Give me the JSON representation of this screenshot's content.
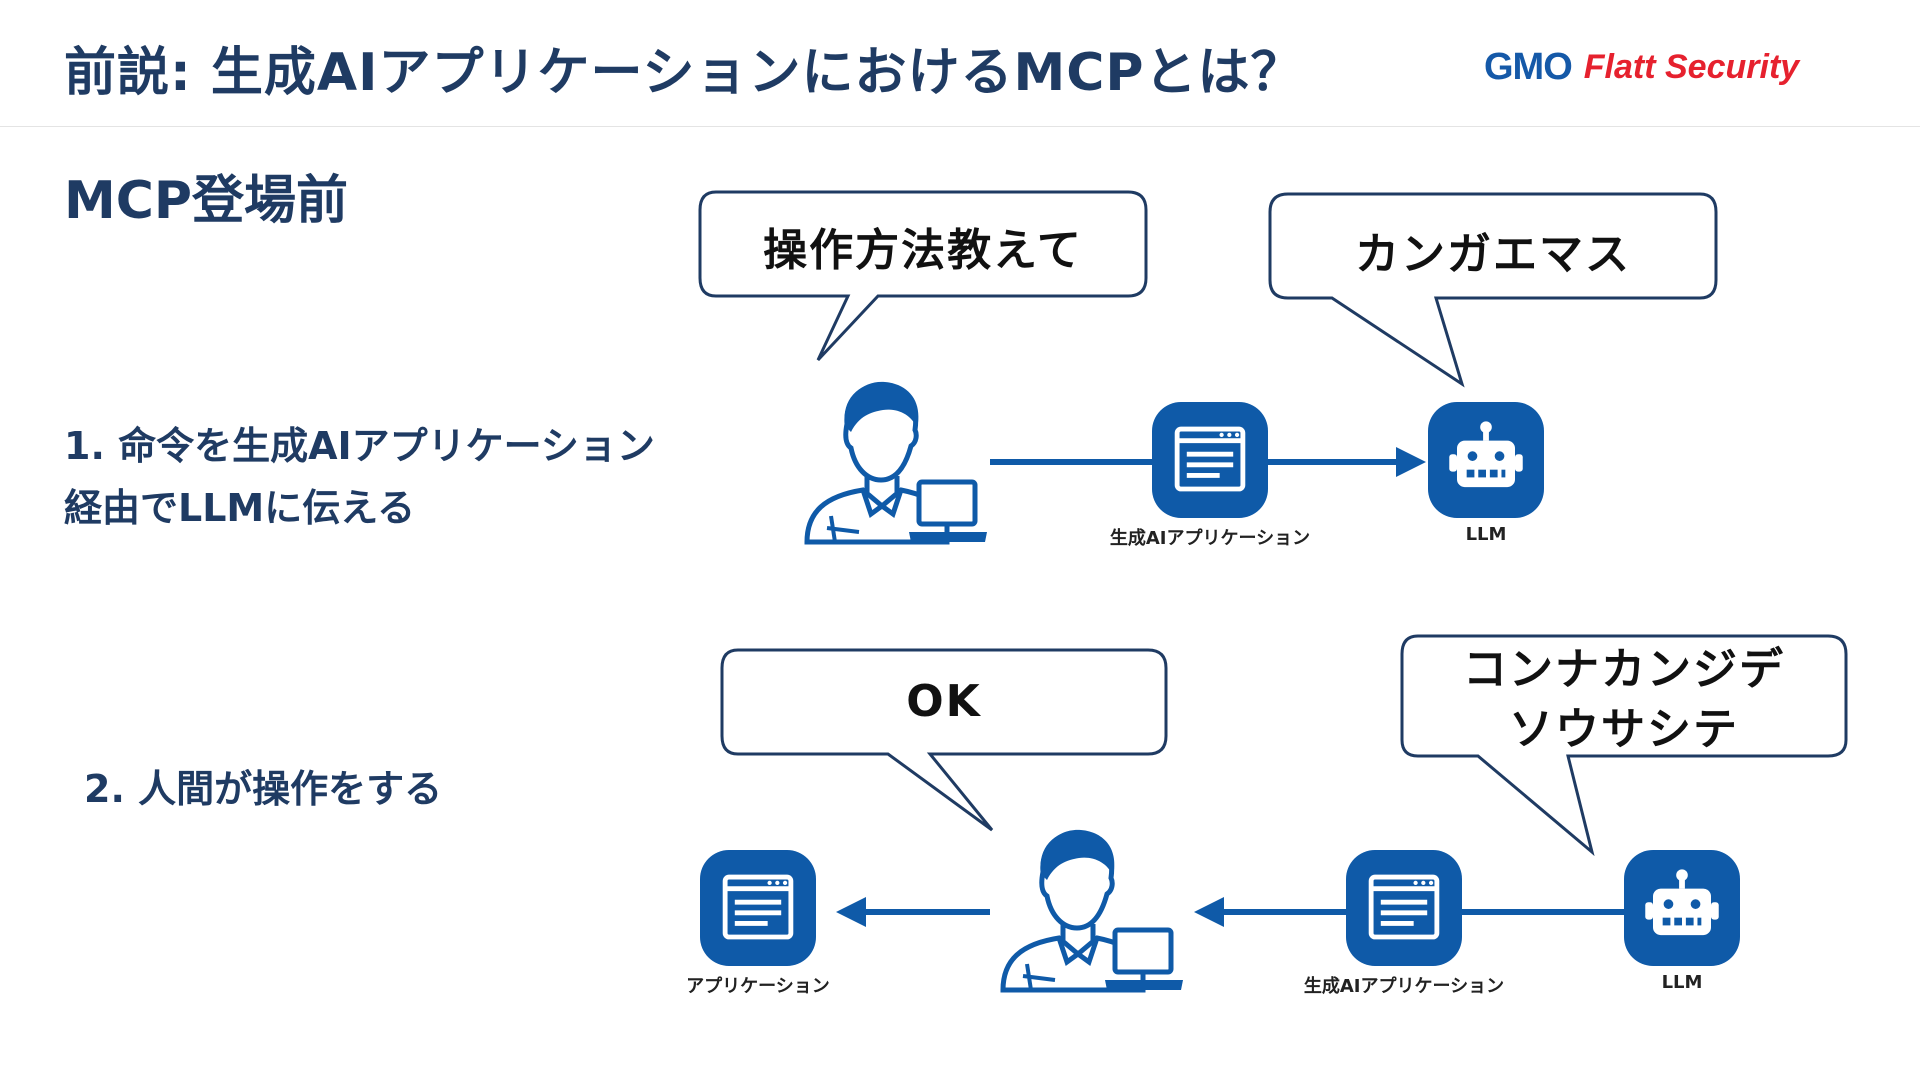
{
  "header": {
    "title": "前説: 生成AIアプリケーションにおけるMCPとは？",
    "logo": {
      "brand": "GMO",
      "product": "Flatt Security",
      "colors": {
        "gmo": "#1559a8",
        "product": "#e6212e"
      }
    }
  },
  "section_title": "MCP登場前",
  "steps": [
    {
      "lines": [
        "1. 命令を生成AIアプリケーション",
        "経由でLLMに伝える"
      ]
    },
    {
      "lines": [
        "2. 人間が操作をする"
      ]
    }
  ],
  "bubbles": {
    "user_request": "操作方法教えて",
    "llm_thinking": "カンガエマス",
    "user_ok": "OK",
    "llm_answer_line1": "コンナカンジデ",
    "llm_answer_line2": "ソウサシテ"
  },
  "labels": {
    "genai_app_1": "生成AIアプリケーション",
    "llm_1": "LLM",
    "app_2": "アプリケーション",
    "genai_app_2": "生成AIアプリケーション",
    "llm_2": "LLM"
  },
  "icons": {
    "user": "user-with-laptop-icon",
    "app": "app-window-icon",
    "llm": "robot-icon"
  },
  "colors": {
    "accent": "#0f5aa8",
    "title": "#1f3b63",
    "bubble_stroke": "#1f3b63"
  }
}
